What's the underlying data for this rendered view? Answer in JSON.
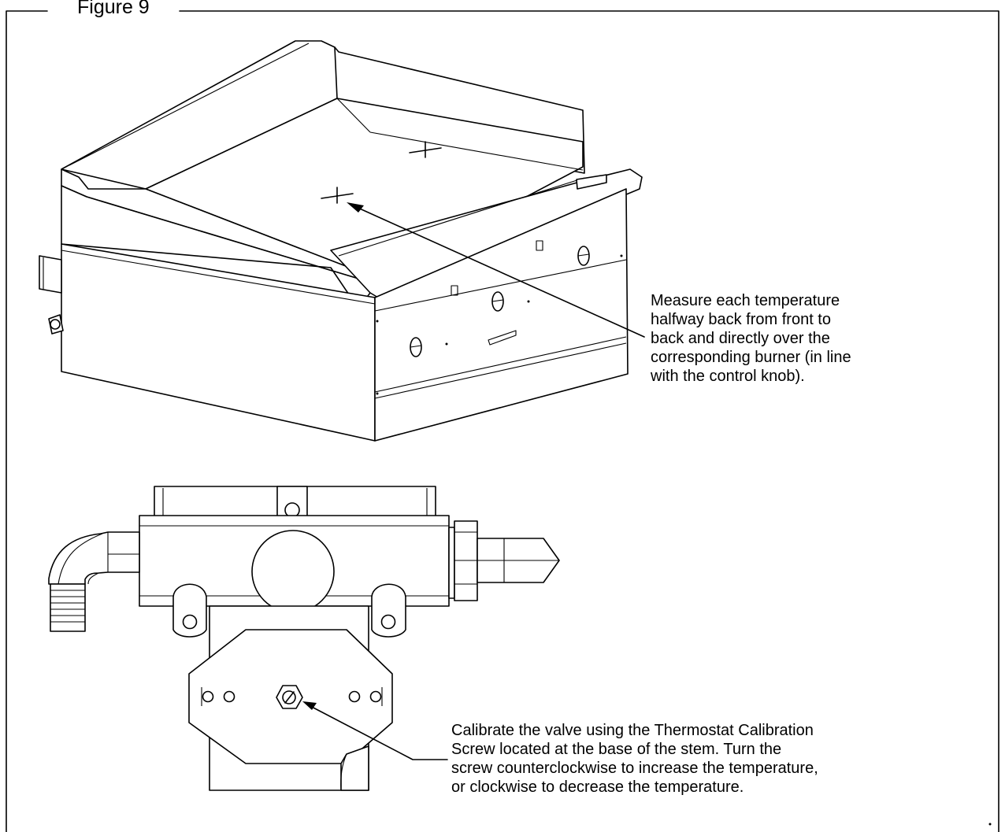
{
  "figure": {
    "title": "Figure 9"
  },
  "callouts": {
    "temperature": {
      "lines": [
        "Measure each temperature",
        "halfway back from front to",
        "back and directly over the",
        "corresponding burner (in line",
        "with the control knob)."
      ]
    },
    "calibration": {
      "lines": [
        "Calibrate the valve using the Thermostat Calibration",
        "Screw located at the base of the stem.  Turn the",
        "screw counterclockwise to increase the temperature,",
        "or clockwise to decrease the temperature."
      ]
    }
  },
  "icons": {
    "griddle": "griddle-icon",
    "valve": "thermostat-valve-icon",
    "screw": "calibration-screw-icon"
  }
}
